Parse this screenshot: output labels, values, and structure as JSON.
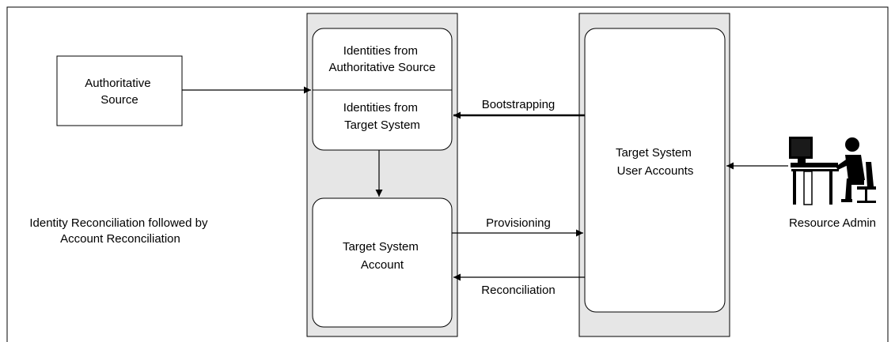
{
  "diagram": {
    "authoritative_source": [
      "Authoritative",
      "Source"
    ],
    "identities_from_authoritative": [
      "Identities from",
      "Authoritative Source"
    ],
    "identities_from_target": [
      "Identities from",
      "Target System"
    ],
    "target_system_account": [
      "Target System",
      "Account"
    ],
    "target_system_user_accounts": [
      "Target System",
      "User Accounts"
    ],
    "edges": {
      "bootstrapping": "Bootstrapping",
      "provisioning": "Provisioning",
      "reconciliation": "Reconciliation"
    },
    "resource_admin": "Resource Admin",
    "note": [
      "Identity Reconciliation followed by",
      "Account Reconciliation"
    ],
    "colors": {
      "panel_fill": "#e6e6e6",
      "stroke": "#000000"
    }
  }
}
